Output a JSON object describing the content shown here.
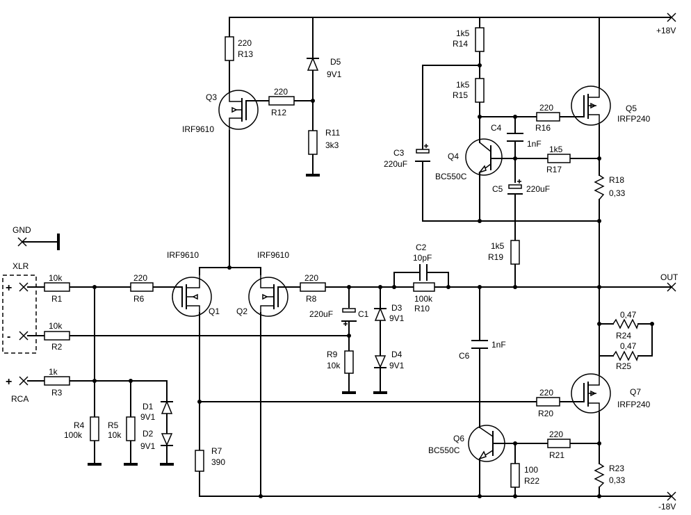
{
  "rails": {
    "pos": "+18V",
    "neg": "-18V",
    "out": "OUT",
    "gnd": "GND"
  },
  "inputs": {
    "xlr": "XLR",
    "rca": "RCA",
    "plus": "+",
    "minus": "-"
  },
  "components": {
    "R1": {
      "ref": "R1",
      "value": "10k"
    },
    "R2": {
      "ref": "R2",
      "value": "10k"
    },
    "R3": {
      "ref": "R3",
      "value": "1k"
    },
    "R4": {
      "ref": "R4",
      "value": "100k"
    },
    "R5": {
      "ref": "R5",
      "value": "10k"
    },
    "R6": {
      "ref": "R6",
      "value": "220"
    },
    "R7": {
      "ref": "R7",
      "value": "390"
    },
    "R8": {
      "ref": "R8",
      "value": "220"
    },
    "R9": {
      "ref": "R9",
      "value": "10k"
    },
    "R10": {
      "ref": "R10",
      "value": "100k"
    },
    "R11": {
      "ref": "R11",
      "value": "3k3"
    },
    "R12": {
      "ref": "R12",
      "value": "220"
    },
    "R13": {
      "ref": "R13",
      "value": "220"
    },
    "R14": {
      "ref": "R14",
      "value": "1k5"
    },
    "R15": {
      "ref": "R15",
      "value": "1k5"
    },
    "R16": {
      "ref": "R16",
      "value": "220"
    },
    "R17": {
      "ref": "R17",
      "value": "1k5"
    },
    "R18": {
      "ref": "R18",
      "value": "0,33"
    },
    "R19": {
      "ref": "R19",
      "value": "1k5"
    },
    "R20": {
      "ref": "R20",
      "value": "220"
    },
    "R21": {
      "ref": "R21",
      "value": "220"
    },
    "R22": {
      "ref": "R22",
      "value": "100"
    },
    "R23": {
      "ref": "R23",
      "value": "0,33"
    },
    "R24": {
      "ref": "R24",
      "value": "0,47"
    },
    "R25": {
      "ref": "R25",
      "value": "0,47"
    },
    "C1": {
      "ref": "C1",
      "value": "220uF"
    },
    "C2": {
      "ref": "C2",
      "value": "10pF"
    },
    "C3": {
      "ref": "C3",
      "value": "220uF"
    },
    "C4": {
      "ref": "C4",
      "value": "1nF"
    },
    "C5": {
      "ref": "C5",
      "value": "220uF"
    },
    "C6": {
      "ref": "C6",
      "value": "1nF"
    },
    "D1": {
      "ref": "D1",
      "value": "9V1"
    },
    "D2": {
      "ref": "D2",
      "value": "9V1"
    },
    "D3": {
      "ref": "D3",
      "value": "9V1"
    },
    "D4": {
      "ref": "D4",
      "value": "9V1"
    },
    "D5": {
      "ref": "D5",
      "value": "9V1"
    },
    "Q1": {
      "ref": "Q1",
      "value": "IRF9610"
    },
    "Q2": {
      "ref": "Q2",
      "value": "IRF9610"
    },
    "Q3": {
      "ref": "Q3",
      "value": "IRF9610"
    },
    "Q4": {
      "ref": "Q4",
      "value": "BC550C"
    },
    "Q5": {
      "ref": "Q5",
      "value": "IRFP240"
    },
    "Q6": {
      "ref": "Q6",
      "value": "BC550C"
    },
    "Q7": {
      "ref": "Q7",
      "value": "IRFP240"
    }
  }
}
